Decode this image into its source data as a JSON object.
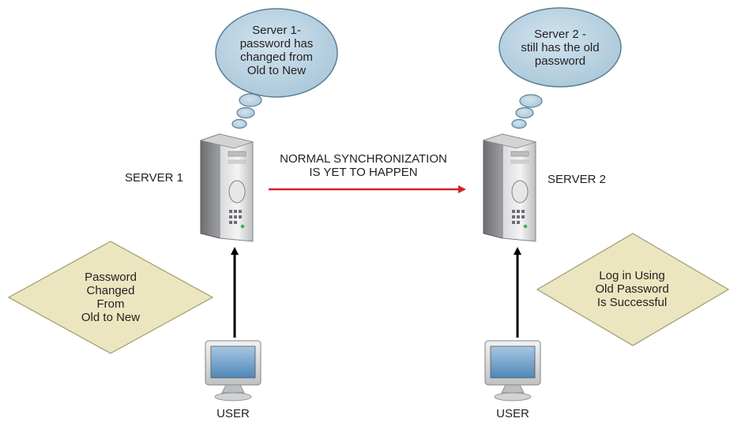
{
  "bubble_left": "Server 1-\npassword has\nchanged from\nOld to New",
  "bubble_right": "Server 2 -\nstill has the old\npassword",
  "server_left_label": "SERVER 1",
  "server_right_label": "SERVER 2",
  "sync_label": "NORMAL SYNCHRONIZATION\nIS YET TO HAPPEN",
  "diamond_left": "Password\nChanged\nFrom\nOld to New",
  "diamond_right": "Log in Using\nOld Password\nIs Successful",
  "user_left_label": "USER",
  "user_right_label": "USER",
  "colors": {
    "bubble_fill": "#a9c7d9",
    "diamond_fill": "#ebe6bf",
    "sync_arrow": "#d2232a",
    "arrow": "#000000",
    "server_body": "#a7a9ac",
    "monitor_screen": "#6f9fc8"
  }
}
